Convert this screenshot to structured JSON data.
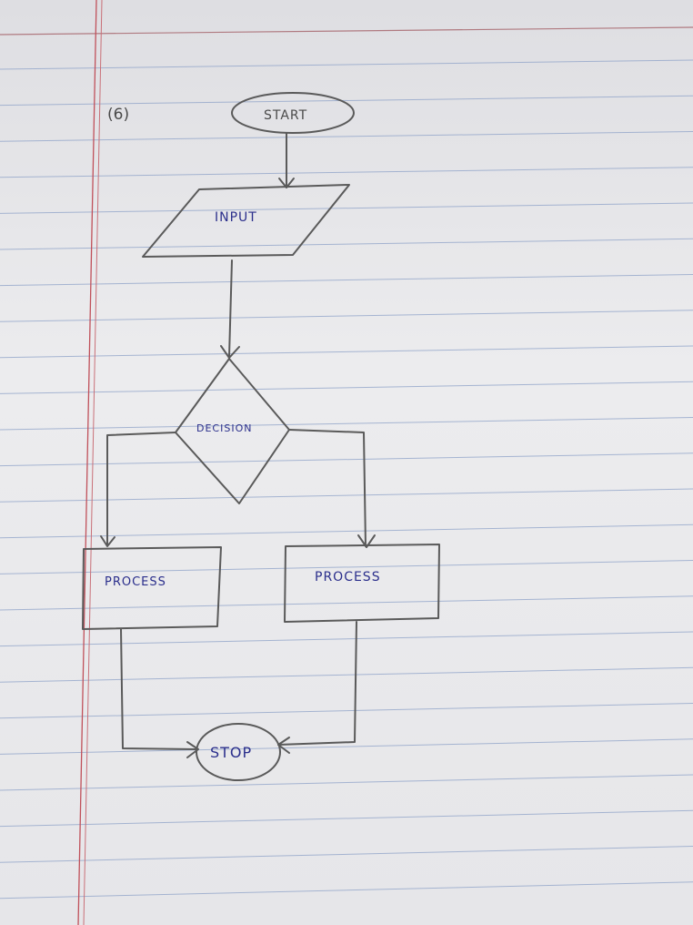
{
  "page": {
    "number": "(6)",
    "paper_color": "#e8e8eb",
    "rule_color": "#8ea2c8",
    "margin_color": "#c0505a"
  },
  "flowchart": {
    "start": "START",
    "input": "INPUT",
    "decision": "DECISION",
    "process_left": "PROCESS",
    "process_right": "PROCESS",
    "stop": "STOP"
  }
}
